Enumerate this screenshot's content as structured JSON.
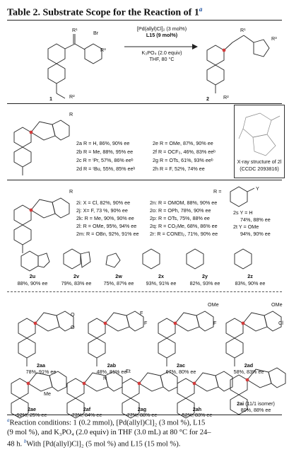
{
  "title": {
    "text": "Table 2. Substrate Scope for the Reaction of 1",
    "ref": "a"
  },
  "scheme": {
    "reagents": [
      "[Pd(allyl)Cl]₂ (3 mol%)",
      "L15 (9 mol%)",
      "K₃PO₄ (2.0 equiv)",
      "THF, 80 °C"
    ],
    "sm_label": "1",
    "prod_label": "2",
    "sm_groups": [
      "R¹",
      "Br",
      "R³",
      "R²"
    ],
    "prod_groups": [
      "R¹",
      "R³",
      "R²"
    ]
  },
  "set1": {
    "rgroup": "R",
    "left": [
      "2a R = H, 86%, 90% ee",
      "2b R = Me, 88%, 95% ee",
      "2c R = ⁱPr, 57%, 86% eeᵇ",
      "2d R = ᵗBu, 55%, 85% eeᵇ"
    ],
    "right": [
      "2e R = OMe, 87%, 90% ee",
      "2f R = OCF₃, 46%, 83% eeᵇ",
      "2g R = OTs, 61%, 93% eeᵇ",
      "2h R = F, 52%, 74% ee"
    ]
  },
  "xray": {
    "line1": "X-ray structure of 2l",
    "line2": "(CCDC 2093816)"
  },
  "set2": {
    "rgroup": "R",
    "left": [
      "2i: X = Cl, 82%, 90% ee",
      "2j: X= F, 73 %, 90% ee",
      "2k: R = Me, 90%, 90% ee",
      "2l: R = OMe, 95%, 94% ee",
      "2m: R = OBn, 92%, 91% ee"
    ],
    "right": [
      "2n: R = OMOM, 88%, 90% ee",
      "2o: R = OPh, 78%, 90% ee",
      "2p: R = OTs, 75%, 88% ee",
      "2q: R = CO₂Me, 68%, 86% ee",
      "2r: R = CONEt₂, 71%, 90% ee"
    ],
    "aryl": {
      "r": "R =",
      "y": "Y",
      "s": "2s  Y = H",
      "s_val": "74%, 88% ee",
      "t": "2t  Y = OMe",
      "t_val": "94%, 90% ee"
    }
  },
  "row3": [
    {
      "id": "2u",
      "val": "88%, 90% ee"
    },
    {
      "id": "2v",
      "val": "79%, 83% ee"
    },
    {
      "id": "2w",
      "val": "75%, 87% ee"
    },
    {
      "id": "2x",
      "val": "93%, 91% ee"
    },
    {
      "id": "2y",
      "val": "82%, 93% ee"
    },
    {
      "id": "2z",
      "val": "83%, 90% ee"
    }
  ],
  "row4": [
    {
      "id": "2aa",
      "val": "78%, 91% ee",
      "sub": [
        "O",
        "O"
      ]
    },
    {
      "id": "2ab",
      "val": "48%, 81% ee",
      "sub": [
        "F",
        "F"
      ]
    },
    {
      "id": "2ac",
      "val": "67%, 80% ee",
      "sub": [
        "OMe",
        "F"
      ]
    },
    {
      "id": "2ad",
      "val": "58%, 83% ee",
      "sub": [
        "OMe",
        "Cl"
      ]
    }
  ],
  "row5": [
    {
      "id": "2ae",
      "val": "92%, 25% ee",
      "sub": [
        "Me"
      ]
    },
    {
      "id": "2af",
      "val": "73%, 84% ee",
      "sub": [
        "N"
      ]
    },
    {
      "id": "2ag",
      "val": "77%, 88% ee",
      "sub": [
        "Et"
      ]
    },
    {
      "id": "2ah",
      "val": "52%, 83% ee",
      "sub": []
    },
    {
      "id": "2ai",
      "extra": "(11/1 isomer)",
      "val": "80%, 88% ee",
      "sub": []
    }
  ],
  "footnotes": {
    "a_mark": "a",
    "a_lines": [
      "Reaction conditions: 1 (0.2 mmol), [Pd(allyl)Cl]₂ (3 mol %), L15",
      "(9 mol %), and K₃PO₄ (2.0 equiv) in THF (3.0 mL) at 80 °C for 24–",
      "48 h."
    ],
    "b_mark": "b",
    "b_text": "With [Pd(allyl)Cl]₂ (5 mol %) and L15 (15 mol %)."
  }
}
